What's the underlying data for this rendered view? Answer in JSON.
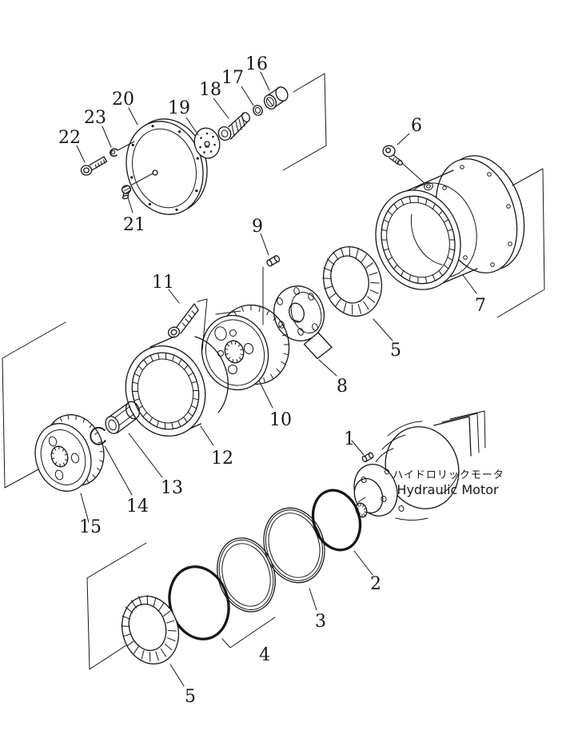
{
  "figure": {
    "background": "#ffffff",
    "ink": "#161616",
    "caption_jp": "ハイドロリックモータ",
    "caption_en": "Hydraulic Motor"
  },
  "callouts": {
    "1": "1",
    "2": "2",
    "3": "3",
    "4": "4",
    "5": "5",
    "6": "6",
    "7": "7",
    "8": "8",
    "9": "9",
    "10": "10",
    "11": "11",
    "12": "12",
    "13": "13",
    "14": "14",
    "15": "15",
    "16": "16",
    "17": "17",
    "18": "18",
    "19": "19",
    "20": "20",
    "21": "21",
    "22": "22",
    "23": "23"
  }
}
